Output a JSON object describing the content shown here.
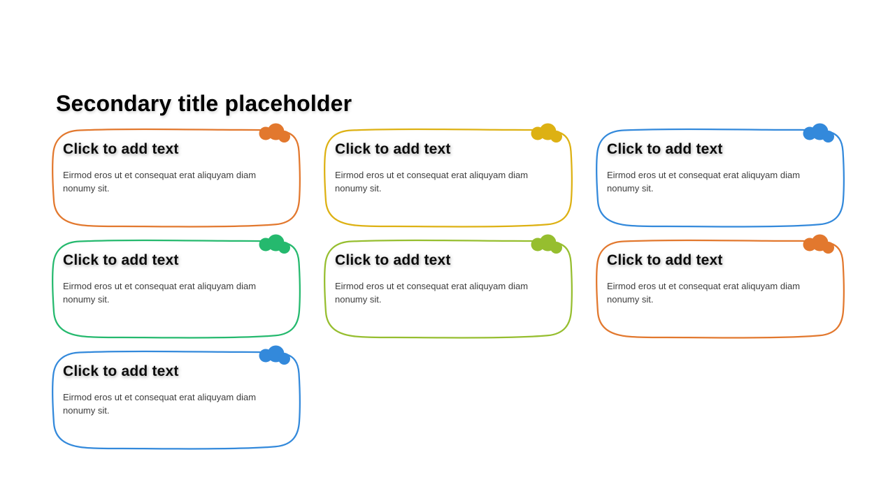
{
  "slide": {
    "title": "Secondary title placeholder",
    "background_color": "#ffffff",
    "title_color": "#000000"
  },
  "cards": [
    {
      "id": "card-1",
      "accent": "orange",
      "color": "#E2782E",
      "heading": "Click to add text",
      "body": "Eirmod eros ut et consequat erat aliquyam diam nonumy sit."
    },
    {
      "id": "card-2",
      "accent": "yellow",
      "color": "#DDB113",
      "heading": "Click to add text",
      "body": "Eirmod eros ut et consequat erat aliquyam diam nonumy sit."
    },
    {
      "id": "card-3",
      "accent": "blue",
      "color": "#3389DB",
      "heading": "Click to add text",
      "body": "Eirmod eros ut et consequat erat aliquyam diam nonumy sit."
    },
    {
      "id": "card-4",
      "accent": "green",
      "color": "#25B96E",
      "heading": "Click to add text",
      "body": "Eirmod eros ut et consequat erat aliquyam diam nonumy sit."
    },
    {
      "id": "card-5",
      "accent": "yellow-green",
      "color": "#96BE2F",
      "heading": "Click to add text",
      "body": "Eirmod eros ut et consequat erat aliquyam diam nonumy sit."
    },
    {
      "id": "card-6",
      "accent": "orange",
      "color": "#E2782E",
      "heading": "Click to add text",
      "body": "Eirmod eros ut et consequat erat aliquyam diam nonumy sit."
    },
    {
      "id": "card-7",
      "accent": "blue",
      "color": "#3389DB",
      "heading": "Click to add text",
      "body": "Eirmod eros ut et consequat erat aliquyam diam nonumy sit."
    }
  ]
}
